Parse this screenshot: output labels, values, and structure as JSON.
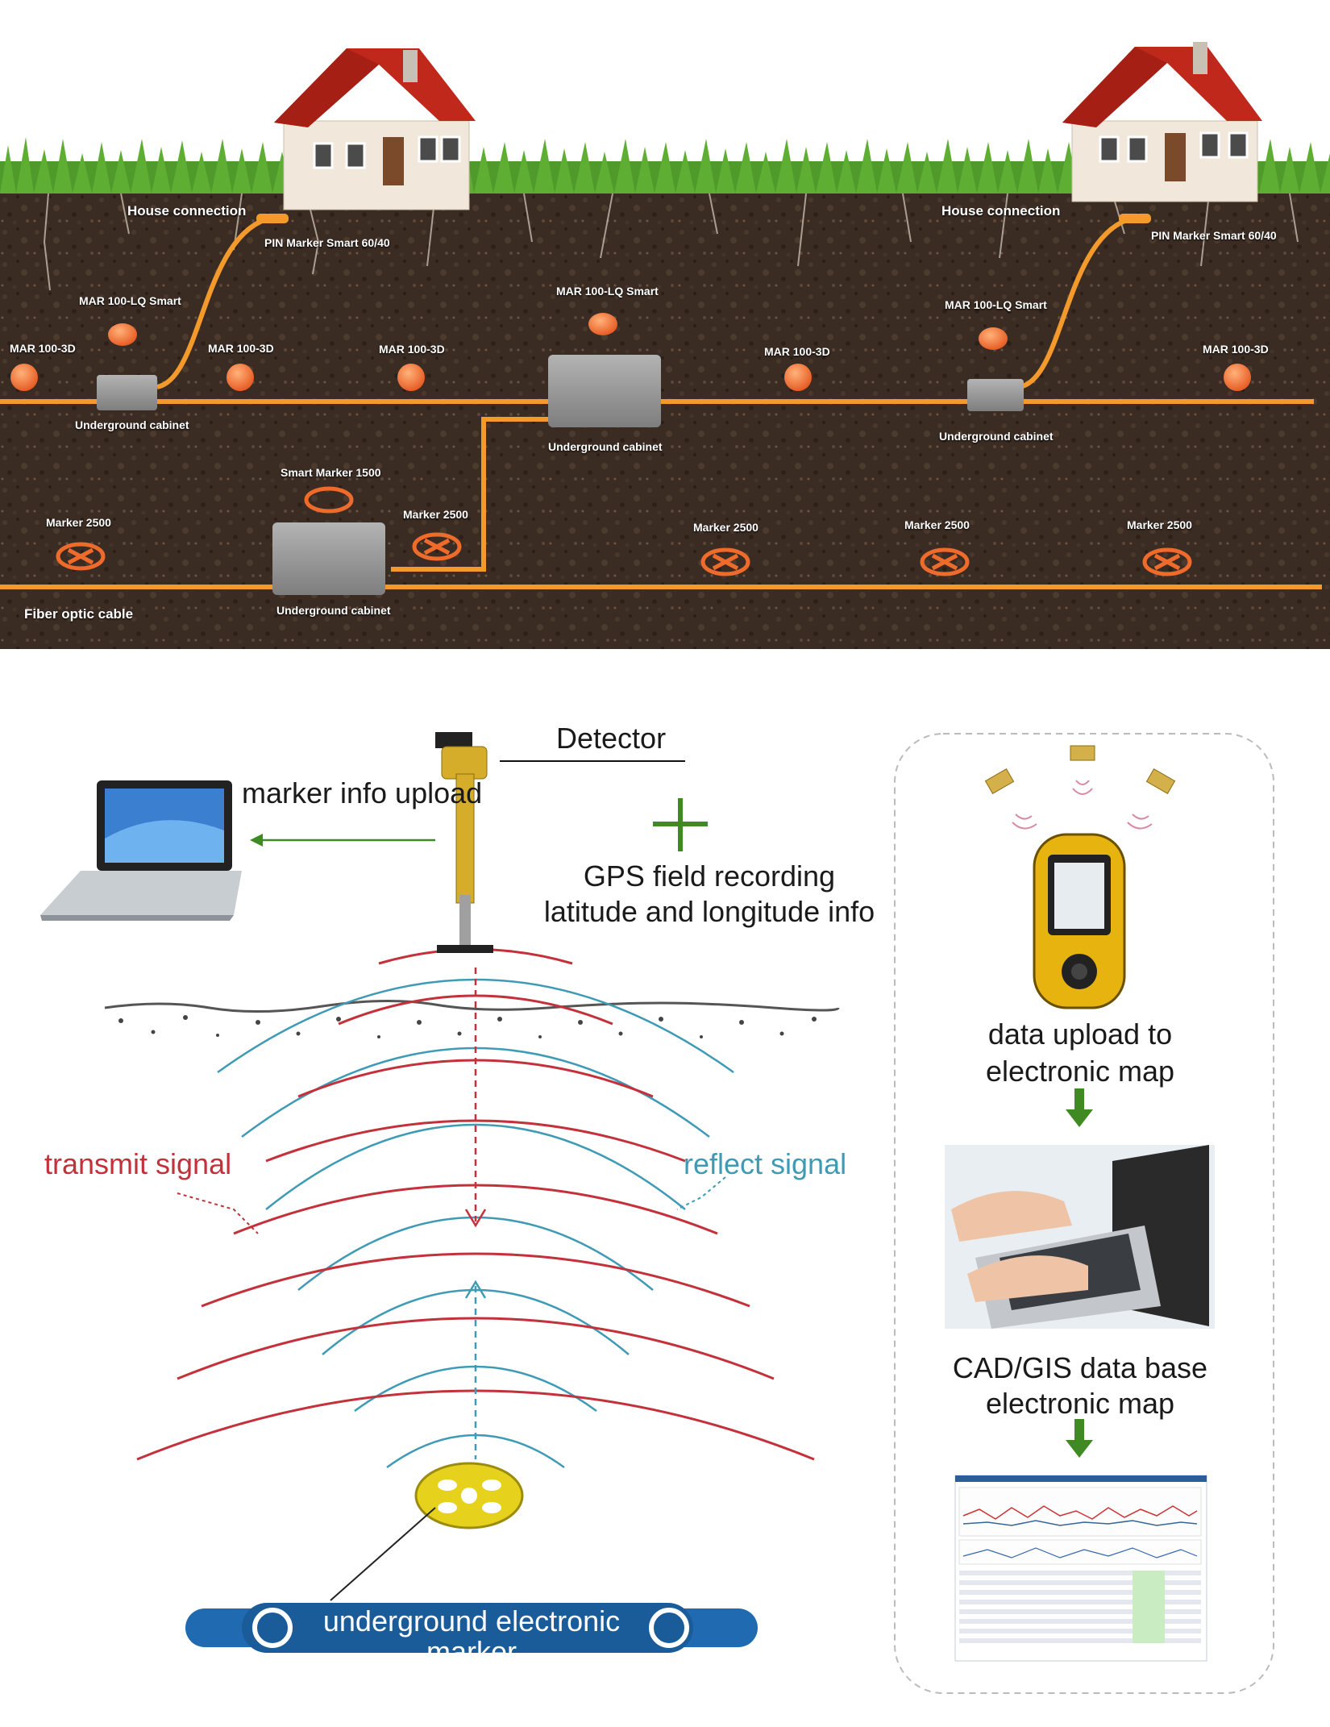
{
  "top_diagram": {
    "labels": {
      "house_connection_left": "House connection",
      "house_connection_right": "House connection",
      "pin_marker_left": "PIN Marker Smart 60/40",
      "pin_marker_right": "PIN Marker Smart 60/40",
      "mar_lq_left": "MAR 100-LQ Smart",
      "mar_lq_center": "MAR 100-LQ Smart",
      "mar_lq_right": "MAR 100-LQ Smart",
      "mar3d_1": "MAR 100-3D",
      "mar3d_2": "MAR 100-3D",
      "mar3d_3": "MAR 100-3D",
      "mar3d_4": "MAR 100-3D",
      "mar3d_5": "MAR 100-3D",
      "cabinet_left": "Underground cabinet",
      "cabinet_center": "Underground cabinet",
      "cabinet_right": "Underground cabinet",
      "cabinet_bottom": "Underground cabinet",
      "smart_marker_1500": "Smart Marker 1500",
      "marker2500_1": "Marker 2500",
      "marker2500_2": "Marker 2500",
      "marker2500_3": "Marker 2500",
      "marker2500_4": "Marker 2500",
      "marker2500_5": "Marker 2500",
      "fiber_optic_cable": "Fiber optic cable"
    },
    "colors": {
      "soil": "#3a2b22",
      "cable": "#f39a2b",
      "marker": "#ee6b2b",
      "grass": "#4f9a2a",
      "roof": "#c0281c",
      "cabinet": "#9a9a9a"
    }
  },
  "bottom_diagram": {
    "detector_label": "Detector",
    "marker_info_upload": "marker info upload",
    "gps_line1": "GPS field recording",
    "gps_line2": "latitude and longitude info",
    "transmit_signal": "transmit signal",
    "reflect_signal": "reflect signal",
    "underground_marker_line1": "underground electronic",
    "underground_marker_line2": "marker",
    "data_upload_line1": "data upload to",
    "data_upload_line2": "electronic map",
    "cad_gis_line1": "CAD/GIS data base",
    "cad_gis_line2": "electronic map",
    "colors": {
      "transmit": "#c3313a",
      "reflect": "#3f9bb5",
      "arrow_green": "#3f8a22",
      "pipe_blue": "#1f6ab0",
      "marker_yellow": "#e6d21c"
    }
  }
}
